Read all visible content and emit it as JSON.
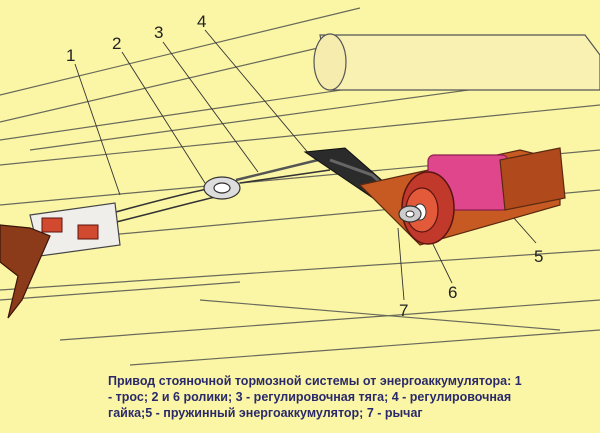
{
  "labels": {
    "l1": "1",
    "l2": "2",
    "l3": "3",
    "l4": "4",
    "l5": "5",
    "l6": "6",
    "l7": "7"
  },
  "caption": {
    "line1": "Привод стояночной тормозной системы от энергоаккумулятора: 1",
    "line2": "- трос; 2 и 6 ролики; 3 - регулировочная тяга; 4 - регулировочная",
    "line3": "гайка;5 - пружинный энергоаккумулятор; 7 - рычаг"
  },
  "colors": {
    "background": "#fbf6a6",
    "frame_outline": "#555555",
    "accumulator_body": "#e0468c",
    "accumulator_rim": "#c0392b",
    "bracket": "#8b3a1a",
    "caption_text": "#2a2a6a"
  }
}
